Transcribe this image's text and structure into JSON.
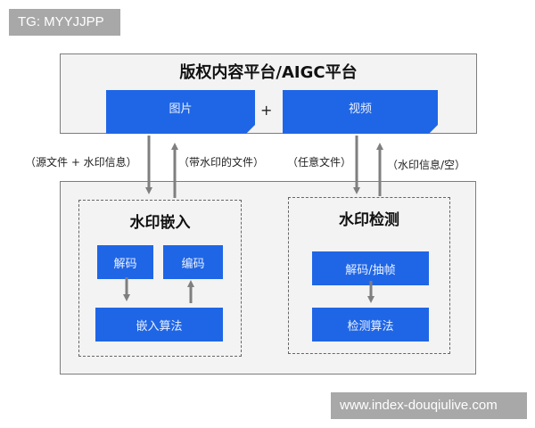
{
  "watermarks": {
    "top_left": "TG: MYYJJPP",
    "bottom_right": "www.index-douqiulive.com"
  },
  "top_panel": {
    "title": "版权内容平台/AIGC平台",
    "media": [
      {
        "label": "图片"
      },
      {
        "label": "视频"
      }
    ],
    "plus": "+"
  },
  "arrow_labels": {
    "embed_in": "（源文件 + 水印信息）",
    "embed_out": "（带水印的文件）",
    "detect_in": "（任意文件）",
    "detect_out": "（水印信息/空）"
  },
  "embed_module": {
    "title": "水印嵌入",
    "decode": "解码",
    "encode": "编码",
    "algorithm": "嵌入算法"
  },
  "detect_module": {
    "title": "水印检测",
    "decode_frames": "解码/抽帧",
    "algorithm": "检测算法"
  },
  "colors": {
    "block_blue": "#1f66e6",
    "panel_bg": "#f3f3f4",
    "arrow_gray": "#7f7f7f",
    "watermark_bg": "#a8a8a8"
  }
}
